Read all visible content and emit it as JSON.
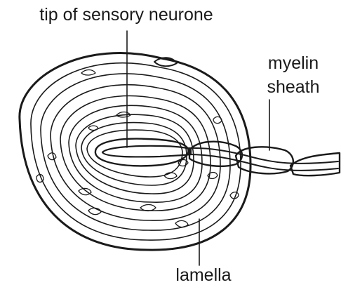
{
  "labels": {
    "tip": "tip of sensory neurone",
    "myelin_line1": "myelin",
    "myelin_line2": "sheath",
    "lamella": "lamella"
  },
  "colors": {
    "ink": "#1a1a1a",
    "background": "#ffffff"
  }
}
